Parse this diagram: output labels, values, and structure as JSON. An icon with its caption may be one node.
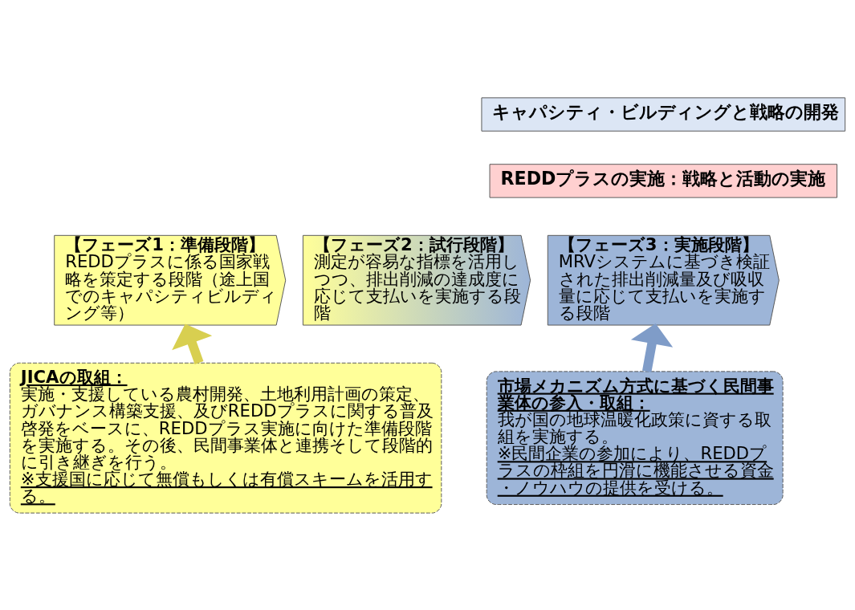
{
  "diagram": {
    "nodes": [
      {
        "text": [
          "キャパシティ・ビルディングと戦略の開発"
        ]
      },
      {
        "text": [
          "REDDプラスの実施：戦略と活動の実施"
        ]
      },
      {
        "text": [
          "【フェーズ1：準備段階】",
          "REDDプラスに係る国家戦略を策定する段階（途上国でのキャパシティビルディング等）"
        ]
      },
      {
        "text": [
          "【フェーズ2：試行段階】",
          "測定が容易な指標を活用しつつ、排出削減の達成度に応じて支払いを実施する段階"
        ]
      },
      {
        "text": [
          "【フェーズ3：実施段階】",
          "MRVシステムに基づき検証された排出削減量及び吸収量に応じて支払いを実施する段階"
        ]
      },
      {
        "text": [
          "JICAの取組：",
          "実施・支援している農村開発、土地利用計画の策定、ガバナンス構築支援、及びREDDプラスに関する普及啓発をベースに、REDDプラス実施に向けた準備段階を実施する。その後、民間事業体と連携そして段階的に引き継ぎを行う。",
          "※支援国に応じて無償もしくは有償スキームを活用する。"
        ]
      },
      {
        "text": [
          "市場メカニズム方式に基づく民間事業体の参入・取組：",
          "我が国の地球温暖化政策に資する取組を実施する。",
          "※民間企業の参加により、REDDプラスの枠組を円滑に機能させる資金・ノウハウの提供を受ける。"
        ]
      }
    ],
    "edges": [
      {
        "from": 5,
        "to": 2,
        "arrow": "to",
        "color": "#d8cf50"
      },
      {
        "from": 6,
        "to": 4,
        "arrow": "to",
        "color": "#7f9cc8"
      }
    ]
  }
}
